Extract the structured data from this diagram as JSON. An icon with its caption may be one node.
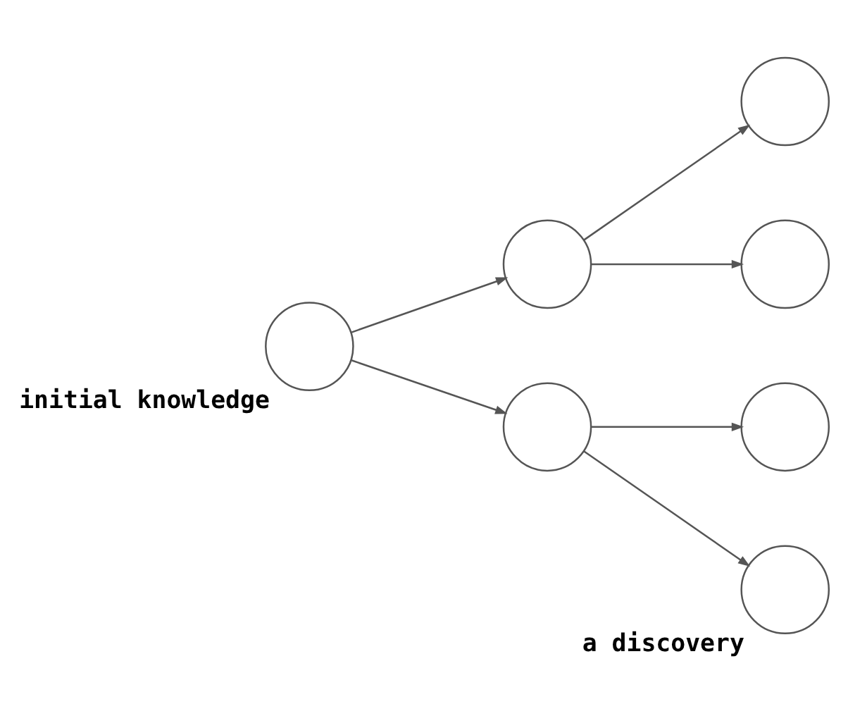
{
  "diagram": {
    "nodes": [
      {
        "text": [],
        "shape": "circle",
        "beside": [
          "initial knowledge"
        ]
      },
      {
        "text": [],
        "shape": "circle"
      },
      {
        "text": [],
        "shape": "circle"
      },
      {
        "text": [],
        "shape": "circle"
      },
      {
        "text": [],
        "shape": "circle"
      },
      {
        "text": [],
        "shape": "circle"
      },
      {
        "text": [],
        "shape": "circle",
        "beside": [
          "a discovery"
        ]
      }
    ],
    "edges": [
      {
        "from": 0,
        "to": 1,
        "arrow": "to"
      },
      {
        "from": 1,
        "to": 2,
        "arrow": "to"
      },
      {
        "from": 1,
        "to": 3,
        "arrow": "to"
      },
      {
        "from": 0,
        "to": 4,
        "arrow": "to"
      },
      {
        "from": 4,
        "to": 5,
        "arrow": "to"
      },
      {
        "from": 4,
        "to": 6,
        "arrow": "to"
      }
    ]
  }
}
